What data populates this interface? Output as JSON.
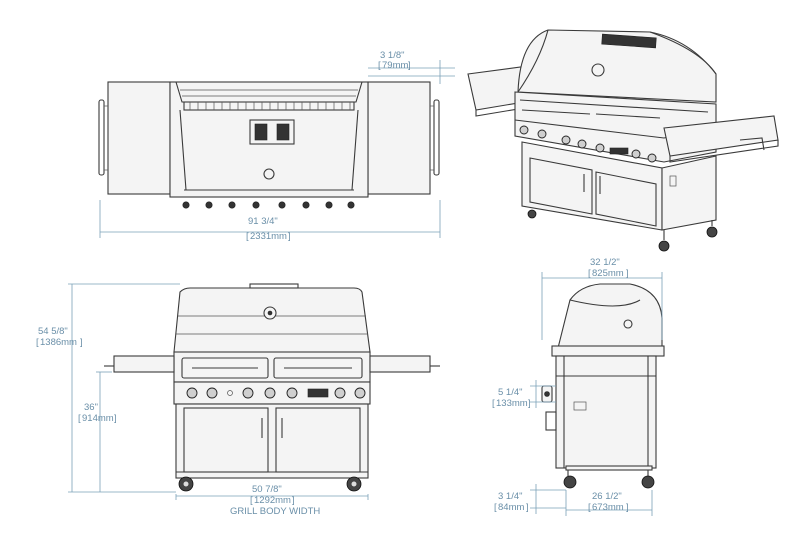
{
  "colors": {
    "line": "#3a3a3a",
    "dimension": "#7aa0b8",
    "dimension_text": "#6a8fa8",
    "background": "#ffffff"
  },
  "dimensions": {
    "top_view_depth": {
      "imperial": "3 1/8\"",
      "metric": "79mm"
    },
    "overall_width": {
      "imperial": "91 3/4\"",
      "metric": "2331mm"
    },
    "overall_height": {
      "imperial": "54 5/8\"",
      "metric": "1386mm"
    },
    "counter_height": {
      "imperial": "36\"",
      "metric": "914mm"
    },
    "grill_body_width": {
      "imperial": "50 7/8\"",
      "metric": "1292mm",
      "label": "GRILL BODY WIDTH"
    },
    "side_depth": {
      "imperial": "32 1/2\"",
      "metric": "825mm"
    },
    "side_offset": {
      "imperial": "5 1/4\"",
      "metric": "133mm"
    },
    "base_offset": {
      "imperial": "3 1/4\"",
      "metric": "84mm"
    },
    "base_depth": {
      "imperial": "26 1/2\"",
      "metric": "673mm"
    }
  }
}
